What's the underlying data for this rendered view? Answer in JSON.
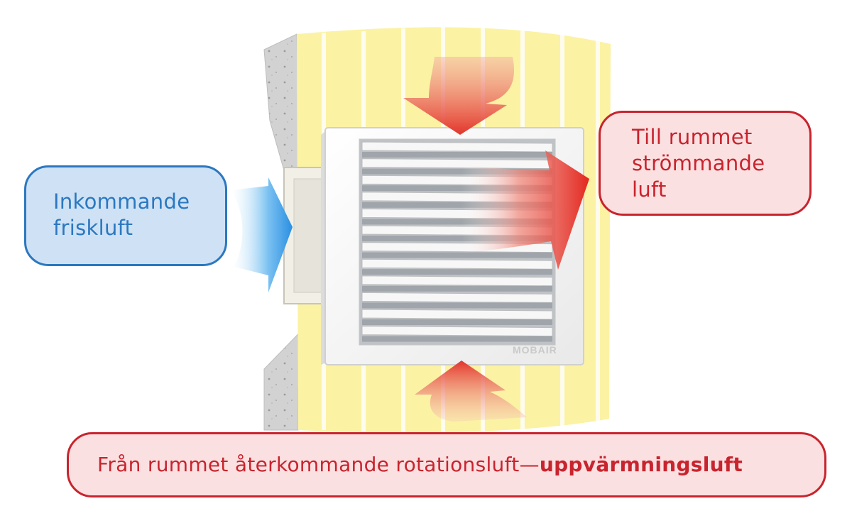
{
  "labels": {
    "incoming": [
      "Inkommande",
      "friskluft"
    ],
    "to_room": [
      "Till rummet",
      "strömmande",
      "luft"
    ],
    "return_main": "Från rummet återkommande rotationsluft—",
    "return_strong": "uppvärmningsluft"
  },
  "logo_text": "MOBAIR",
  "colors": {
    "wall_yellow": "#fbf2a4",
    "concrete": "#cfcfcf",
    "blue": "#2b78c0",
    "red": "#c8242e",
    "arrow_red": "#e8362b",
    "arrow_blue": "#3a9ee6"
  }
}
